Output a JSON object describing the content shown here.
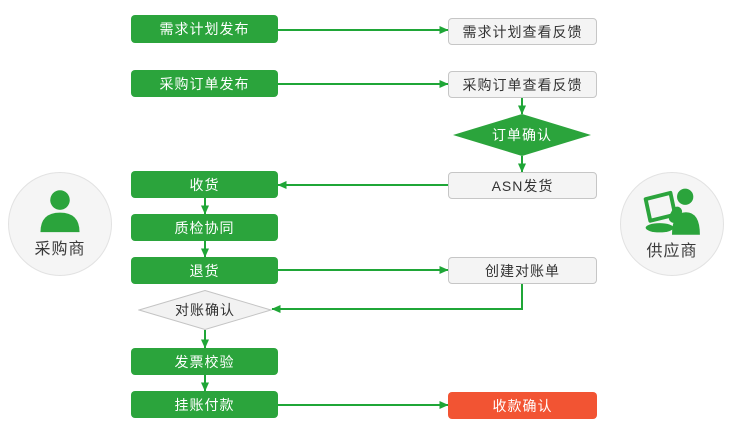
{
  "colors": {
    "green": "#2BA43C",
    "arrow": "#1FA637",
    "red": "#F25433",
    "light_fill": "#F4F4F4",
    "light_border": "#C6C6C6",
    "text_dark": "#333333"
  },
  "actors": {
    "buyer": {
      "label": "采购商",
      "icon": "person-icon"
    },
    "supplier": {
      "label": "供应商",
      "icon": "person-with-laptop-icon"
    }
  },
  "nodes": {
    "buyer": [
      {
        "label": "需求计划发布",
        "type": "process"
      },
      {
        "label": "采购订单发布",
        "type": "process"
      },
      {
        "label": "收货",
        "type": "process"
      },
      {
        "label": "质检协同",
        "type": "process"
      },
      {
        "label": "退货",
        "type": "process"
      },
      {
        "label": "对账确认",
        "type": "decision"
      },
      {
        "label": "发票校验",
        "type": "process"
      },
      {
        "label": "挂账付款",
        "type": "process"
      }
    ],
    "supplier": [
      {
        "label": "需求计划查看反馈",
        "type": "response"
      },
      {
        "label": "采购订单查看反馈",
        "type": "response"
      },
      {
        "label": "订单确认",
        "type": "decision"
      },
      {
        "label": "ASN发货",
        "type": "response"
      },
      {
        "label": "创建对账单",
        "type": "response"
      },
      {
        "label": "收款确认",
        "type": "highlight"
      }
    ]
  },
  "edges": [
    {
      "from": "需求计划发布",
      "to": "需求计划查看反馈"
    },
    {
      "from": "采购订单发布",
      "to": "采购订单查看反馈"
    },
    {
      "from": "采购订单查看反馈",
      "to": "订单确认"
    },
    {
      "from": "订单确认",
      "to": "ASN发货"
    },
    {
      "from": "ASN发货",
      "to": "收货"
    },
    {
      "from": "收货",
      "to": "质检协同"
    },
    {
      "from": "质检协同",
      "to": "退货"
    },
    {
      "from": "退货",
      "to": "创建对账单"
    },
    {
      "from": "创建对账单",
      "to": "对账确认"
    },
    {
      "from": "对账确认",
      "to": "发票校验"
    },
    {
      "from": "发票校验",
      "to": "挂账付款"
    },
    {
      "from": "挂账付款",
      "to": "收款确认"
    }
  ]
}
